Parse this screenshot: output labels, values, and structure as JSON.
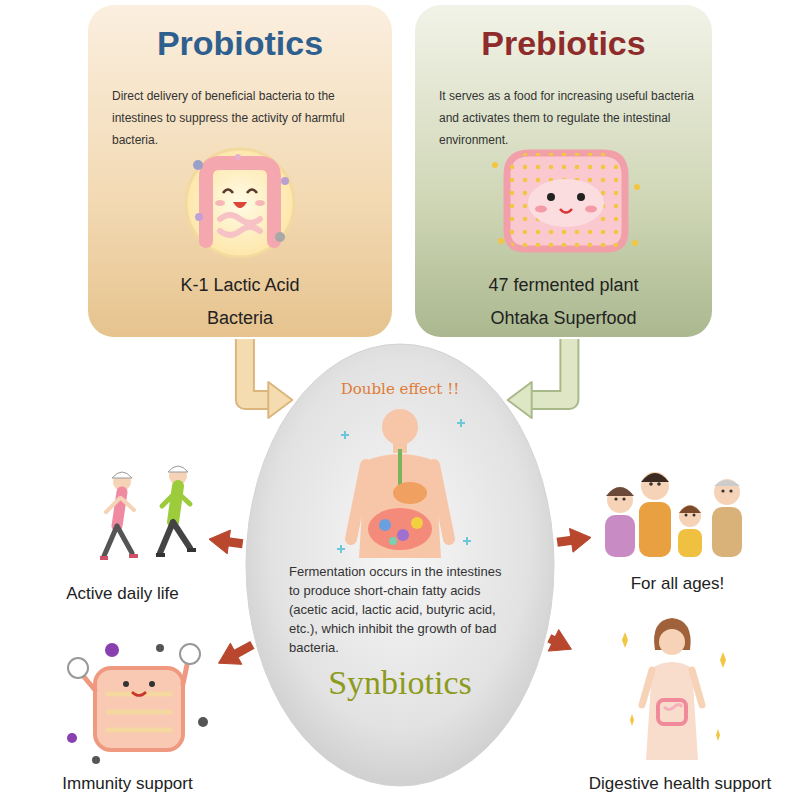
{
  "diagram": {
    "nodes": [
      {
        "text": [
          "Probiotics",
          "Direct delivery of beneficial bacteria to the intestines to suppress the activity of harmful bacteria.",
          "K-1 Lactic Acid Bacteria"
        ]
      },
      {
        "text": [
          "Prebiotics",
          "It serves as a food for increasing useful bacteria and activates them to regulate the intestinal environment.",
          "47 fermented plant Ohtaka Superfood"
        ]
      },
      {
        "text": [
          "Double effect !!",
          "Fermentation occurs in the intestines to produce short-chain fatty acids (acetic acid, lactic acid, butyric acid, etc.), which inhibit the growth of bad bacteria.",
          "Synbiotics"
        ]
      },
      {
        "text": [
          "Active daily life"
        ]
      },
      {
        "text": [
          "For all ages!"
        ]
      },
      {
        "text": [
          "Immunity support"
        ]
      },
      {
        "text": [
          "Digestive health support"
        ]
      }
    ],
    "edges": [
      {
        "from": 0,
        "to": 2,
        "arrow": "to"
      },
      {
        "from": 1,
        "to": 2,
        "arrow": "to"
      },
      {
        "from": 2,
        "to": 3,
        "arrow": "to"
      },
      {
        "from": 2,
        "to": 4,
        "arrow": "to"
      },
      {
        "from": 2,
        "to": 5,
        "arrow": "to"
      },
      {
        "from": 2,
        "to": 6,
        "arrow": "to"
      }
    ]
  }
}
